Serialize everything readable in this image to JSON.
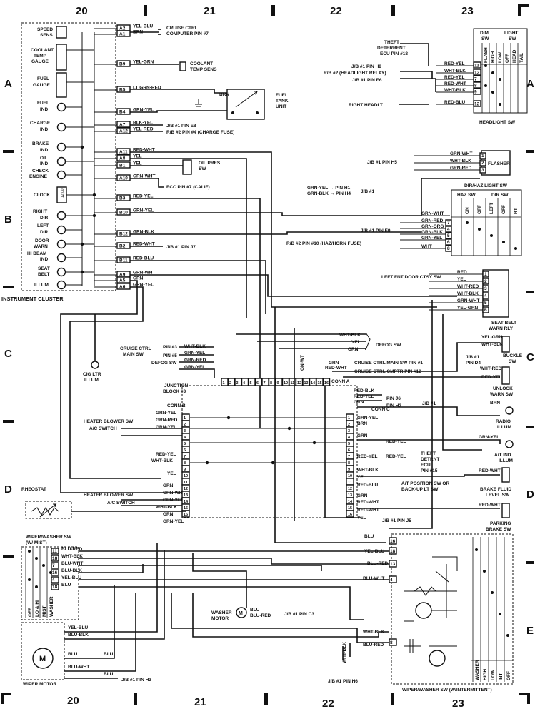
{
  "grid": {
    "columns": [
      "20",
      "21",
      "22",
      "23"
    ],
    "rows": [
      "A",
      "B",
      "C",
      "D",
      "E"
    ]
  },
  "instrument_cluster": {
    "title": "INSTRUMENT CLUSTER",
    "items": [
      {
        "name": "SPEED SENS",
        "pin": "A2",
        "wire": "YEL-BLU",
        "dest": "CRUISE CTRL COMPUTER PIN #7"
      },
      {
        "name": "",
        "pin": "A1",
        "wire": "BRN",
        "dest": ""
      },
      {
        "name": "COOLANT TEMP GAUGE",
        "pin": "B9",
        "wire": "YEL-GRN",
        "dest": "COOLANT TEMP SENS"
      },
      {
        "name": "FUEL GAUGE",
        "pin": "B5",
        "wire": "LT GRN-RED",
        "dest": "FUEL TANK UNIT"
      },
      {
        "name": "FUEL IND",
        "pin": "B4",
        "wire": "GRN-YEL",
        "dest": ""
      },
      {
        "name": "CHARGE IND",
        "pin": "A7",
        "wire": "BLK-YEL",
        "dest": "J/B #1 PIN E8"
      },
      {
        "name": "",
        "pin": "A12",
        "wire": "YEL-RED",
        "dest": "R/B #2 PIN #4 (CHARGE FUSE)"
      },
      {
        "name": "BRAKE IND",
        "pin": "A11",
        "wire": "RED-WHT",
        "dest": ""
      },
      {
        "name": "OIL IND",
        "pin": "A8",
        "wire": "YEL",
        "dest": ""
      },
      {
        "name": "",
        "pin": "B1",
        "wire": "YEL",
        "dest": "OIL PRES SW"
      },
      {
        "name": "CHECK ENGINE",
        "pin": "A10",
        "wire": "GRN-WHT",
        "dest": "ECC PIN #7 (CALIF)"
      },
      {
        "name": "CLOCK",
        "pin": "B3",
        "wire": "RED-YEL",
        "dest": ""
      },
      {
        "name": "RIGHT DIR",
        "pin": "B10",
        "wire": "GRN-YEL",
        "dest": ""
      },
      {
        "name": "LEFT DIR",
        "pin": "B12",
        "wire": "GRN-BLK",
        "dest": ""
      },
      {
        "name": "DOOR WARN",
        "pin": "B2",
        "wire": "RED-WHT",
        "dest": "J/B #1 PIN J7"
      },
      {
        "name": "HI BEAM IND",
        "pin": "B11",
        "wire": "RED-BLU",
        "dest": ""
      },
      {
        "name": "SEAT BELT",
        "pin": "A9",
        "wire": "GRN-WHT",
        "dest": ""
      },
      {
        "name": "ILLUM",
        "pin": "A5",
        "wire": "GRN",
        "dest": ""
      },
      {
        "name": "",
        "pin": "A6",
        "wire": "GRN-YEL",
        "dest": ""
      }
    ],
    "clock_text": "12:00",
    "coolant_temp_sens": "COOLANT TEMP SENS",
    "fuel_tank_unit": "FUEL TANK UNIT",
    "oil_pres_sw": "OIL PRES SW",
    "ecc_pin": "ECC PIN #7 (CALIF)",
    "brn": "BRN"
  },
  "headlight_sw": {
    "title": "HEADLIGHT SW",
    "col_groups": [
      "DIM SW",
      "LIGHT SW"
    ],
    "columns": [
      "FLASH",
      "HIGH",
      "LOW",
      "OFF",
      "HEAD",
      "TAIL"
    ],
    "rows": [
      {
        "pin": "11",
        "wire": "RED-YEL",
        "dest": "THEFT DETERRENT ECU PIN #18"
      },
      {
        "pin": "13",
        "wire": "WHT-BLK",
        "dest": "J/B #1 PIN H8"
      },
      {
        "pin": "",
        "wire": "RED-YEL",
        "dest": "R/B #2 (HEADLIGHT RELAY)"
      },
      {
        "pin": "",
        "wire": "RED-WHT",
        "dest": "J/B #1 PIN E6"
      },
      {
        "pin": "",
        "wire": "WHT-BLK",
        "dest": ""
      },
      {
        "pin": "12",
        "wire": "RED-BLU",
        "dest": "RIGHT HEADLT"
      }
    ],
    "pin_numbers": [
      "11",
      "13",
      "7",
      "8",
      "9",
      "12"
    ]
  },
  "flasher": {
    "title": "FLASHER",
    "dest": "J/B #1 PIN H5",
    "wires": [
      "GRN-WHT",
      "WHT-BLK",
      "GRN-RED"
    ],
    "pins": [
      "1",
      "2",
      "3"
    ]
  },
  "dir_haz_sw": {
    "title": "DIR/HAZ LIGHT SW",
    "groups": [
      "HAZ SW",
      "DIR SW"
    ],
    "columns": [
      "ON",
      "OFF",
      "LEFT",
      "OFF",
      "RT"
    ],
    "pins": [
      "7",
      "4",
      "5",
      "6",
      "8"
    ],
    "wires": [
      "GRN-WHT",
      "GRN-RED",
      "GRN-ORG",
      "GRN-BLK",
      "GRN-YEL",
      "WHT"
    ],
    "dests": [
      "GRN-YEL",
      "GRN-BLK",
      "PIN H1",
      "PIN H4",
      "J/B #1",
      "J/B #1 PIN E9",
      "R/B #2 PIN #10 (HAZ/HORN FUSE)"
    ]
  },
  "seat_belt_relay": {
    "title": "SEAT BELT WARN RLY",
    "dest": "LEFT FNT DOOR CTSY SW",
    "wires": [
      "RED",
      "YEL",
      "WHT-RED",
      "WHT-BLK",
      "GRN-WHT",
      "YEL-GRN"
    ],
    "pins": [
      "1",
      "2",
      "3",
      "4",
      "5",
      "6"
    ]
  },
  "buckle_sw": {
    "title": "BUCKLE SW",
    "wires": [
      "YEL-GRN",
      "WHT-BLK"
    ],
    "dest": "J/B #1 PIN D4"
  },
  "unlock_warn_sw": {
    "title": "UNLOCK WARN SW",
    "wires": [
      "WHT-RED",
      "RED-YEL"
    ]
  },
  "radio_illum": {
    "title": "RADIO ILLUM",
    "wire": "BRN"
  },
  "at_ind_illum": {
    "title": "A/T IND ILLUM",
    "wire": "GRN-YEL"
  },
  "brake_fluid_sw": {
    "title": "BRAKE FLUID LEVEL SW",
    "wire": "RED-WHT"
  },
  "parking_brake_sw": {
    "title": "PARKING BRAKE SW",
    "wire": "RED-WHT"
  },
  "junction_block": {
    "title": "JUNCTION BLOCK #3",
    "conn_a": "CONN A",
    "conn_b": "CONN B",
    "conn_c": "CONN C",
    "conn_a_pins": [
      "1",
      "2",
      "3",
      "4",
      "5",
      "6",
      "7",
      "8",
      "9",
      "10",
      "11",
      "12",
      "13",
      "14",
      "15",
      "16"
    ],
    "conn_b_pins": [
      "1",
      "2",
      "3",
      "4",
      "5",
      "6",
      "7",
      "8",
      "9",
      "10",
      "11",
      "12",
      "13",
      "14",
      "15",
      "16"
    ],
    "conn_c_pins": [
      "1",
      "2",
      "3",
      "4",
      "5",
      "6",
      "7",
      "8",
      "9",
      "10",
      "11",
      "12",
      "13",
      "14",
      "15",
      "16"
    ]
  },
  "junction_labels": {
    "cruise_main": "CRUISE CTRL MAIN SW",
    "pin3": "PIN #3",
    "pin5": "PIN #5",
    "defog_sw": "DEFOG SW",
    "defog_sw_right": "DEFOG SW",
    "cruise_main_pin1": "CRUISE CTRL MAIN SW PIN #1",
    "cruise_cmptr_pin12": "CRUISE CTRL CMPTR PIN #12",
    "pin_j6": "PIN J6",
    "pin_h2": "PIN H2",
    "jb1": "J/B #1",
    "heater_blower_sw": "HEATER BLOWER SW",
    "ac_switch": "A/C SWITCH",
    "heater_blower_sw2": "HEATER BLOWER SW",
    "ac_switch2": "A/C SWITCH",
    "theft_ecu": "THEFT DETRNT ECU PIN #15",
    "at_position": "A/T POSITION SW OR BACK-UP LT SW",
    "jb1_pin_j5": "J/B #1 PIN J5",
    "cig_ltr": "CIG LTR ILLUM",
    "rheostat": "RHEOSTAT",
    "gn_wt": "GN-WT"
  },
  "wiper_washer_sw": {
    "title": "WIPER/WASHER SW (W/ MIST)",
    "columns": [
      "OFF",
      "LO & HI",
      "MIST",
      "WASHER"
    ],
    "wires": [
      "BLU-RED",
      "WHT-BLK",
      "BLU-WHT",
      "BLU-BLK",
      "YEL-BLU",
      "BLU"
    ],
    "pins": [
      "11",
      "18",
      "7",
      "16",
      "4",
      "18"
    ]
  },
  "wiper_motor": {
    "title": "WIPER MOTOR",
    "wires": [
      "YEL-BLU",
      "BLU-BLK",
      "BLU",
      "BLU-WHT",
      "BLU",
      "BLU"
    ],
    "dest": "J/B #1 PIN H3"
  },
  "washer_motor": {
    "title": "WASHER MOTOR",
    "wires": [
      "BLU",
      "BLU-RED"
    ],
    "dest": "J/B #1 PIN C3"
  },
  "wiper_int": {
    "title": "WIPER/WASHER SW (W/INTERMITTENT)",
    "columns": [
      "WASHER",
      "HIGH",
      "LOW",
      "INT",
      "OFF"
    ],
    "wires": [
      "BLU",
      "YEL-BLU",
      "BLU-RED",
      "BLU-WHT",
      "WHT-BLK",
      "BLU-RED"
    ],
    "pins": [
      "16",
      "18",
      "13",
      "4",
      "8"
    ]
  },
  "wht_blk_vertical": "WHT-BLK",
  "jb1_pin_h6": "J/B #1 PIN H6"
}
